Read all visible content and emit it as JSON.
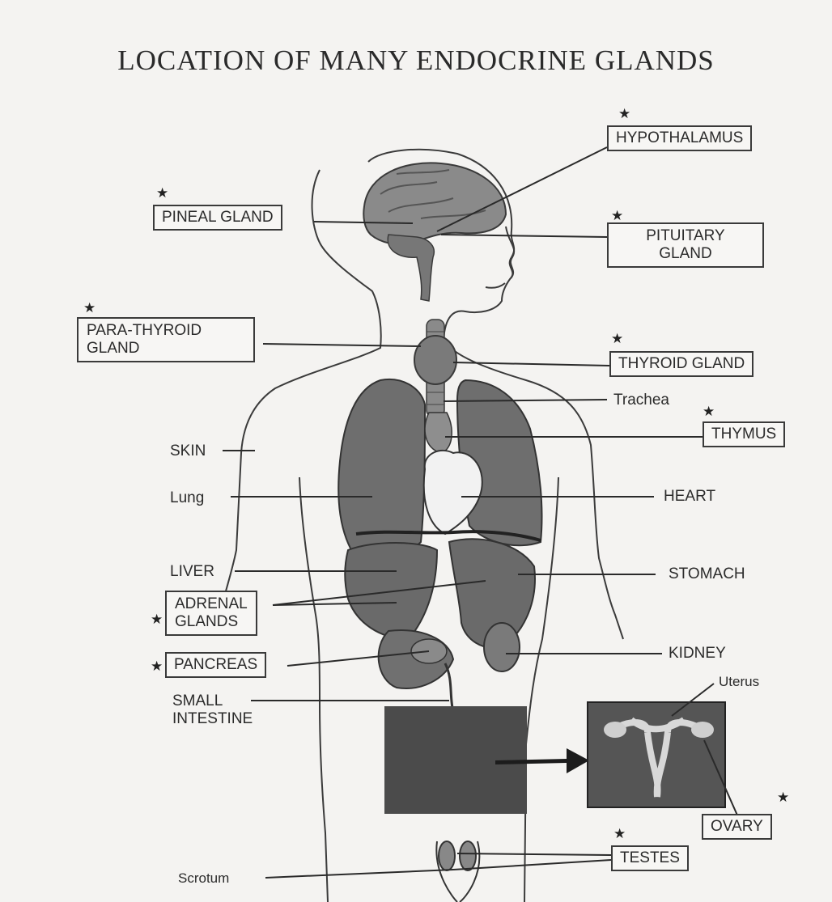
{
  "title": "LOCATION OF MANY ENDOCRINE GLANDS",
  "labels": {
    "hypothalamus": "HYPOTHALAMUS",
    "pineal": "PINEAL GLAND",
    "pituitary_1": "PITUITARY",
    "pituitary_2": "GLAND",
    "parathyroid_1": "PARA-THYROID",
    "parathyroid_2": "GLAND",
    "thyroid": "THYROID GLAND",
    "trachea": "Trachea",
    "thymus": "THYMUS",
    "skin": "SKIN",
    "lung": "Lung",
    "heart": "HEART",
    "liver": "LIVER",
    "stomach": "STOMACH",
    "adrenal_1": "ADRENAL",
    "adrenal_2": "GLANDS",
    "pancreas": "PANCREAS",
    "kidney": "KIDNEY",
    "uterus": "Uterus",
    "small_intestine_1": "SMALL",
    "small_intestine_2": "INTESTINE",
    "ovary": "OVARY",
    "testes": "TESTES",
    "scrotum": "Scrotum"
  },
  "star_symbol": "★",
  "colors": {
    "background": "#f4f3f1",
    "organ_fill": "#6a6a6a",
    "organ_dark": "#4a4a4a",
    "line": "#2a2a2a",
    "censor_box": "#4b4b4b"
  }
}
